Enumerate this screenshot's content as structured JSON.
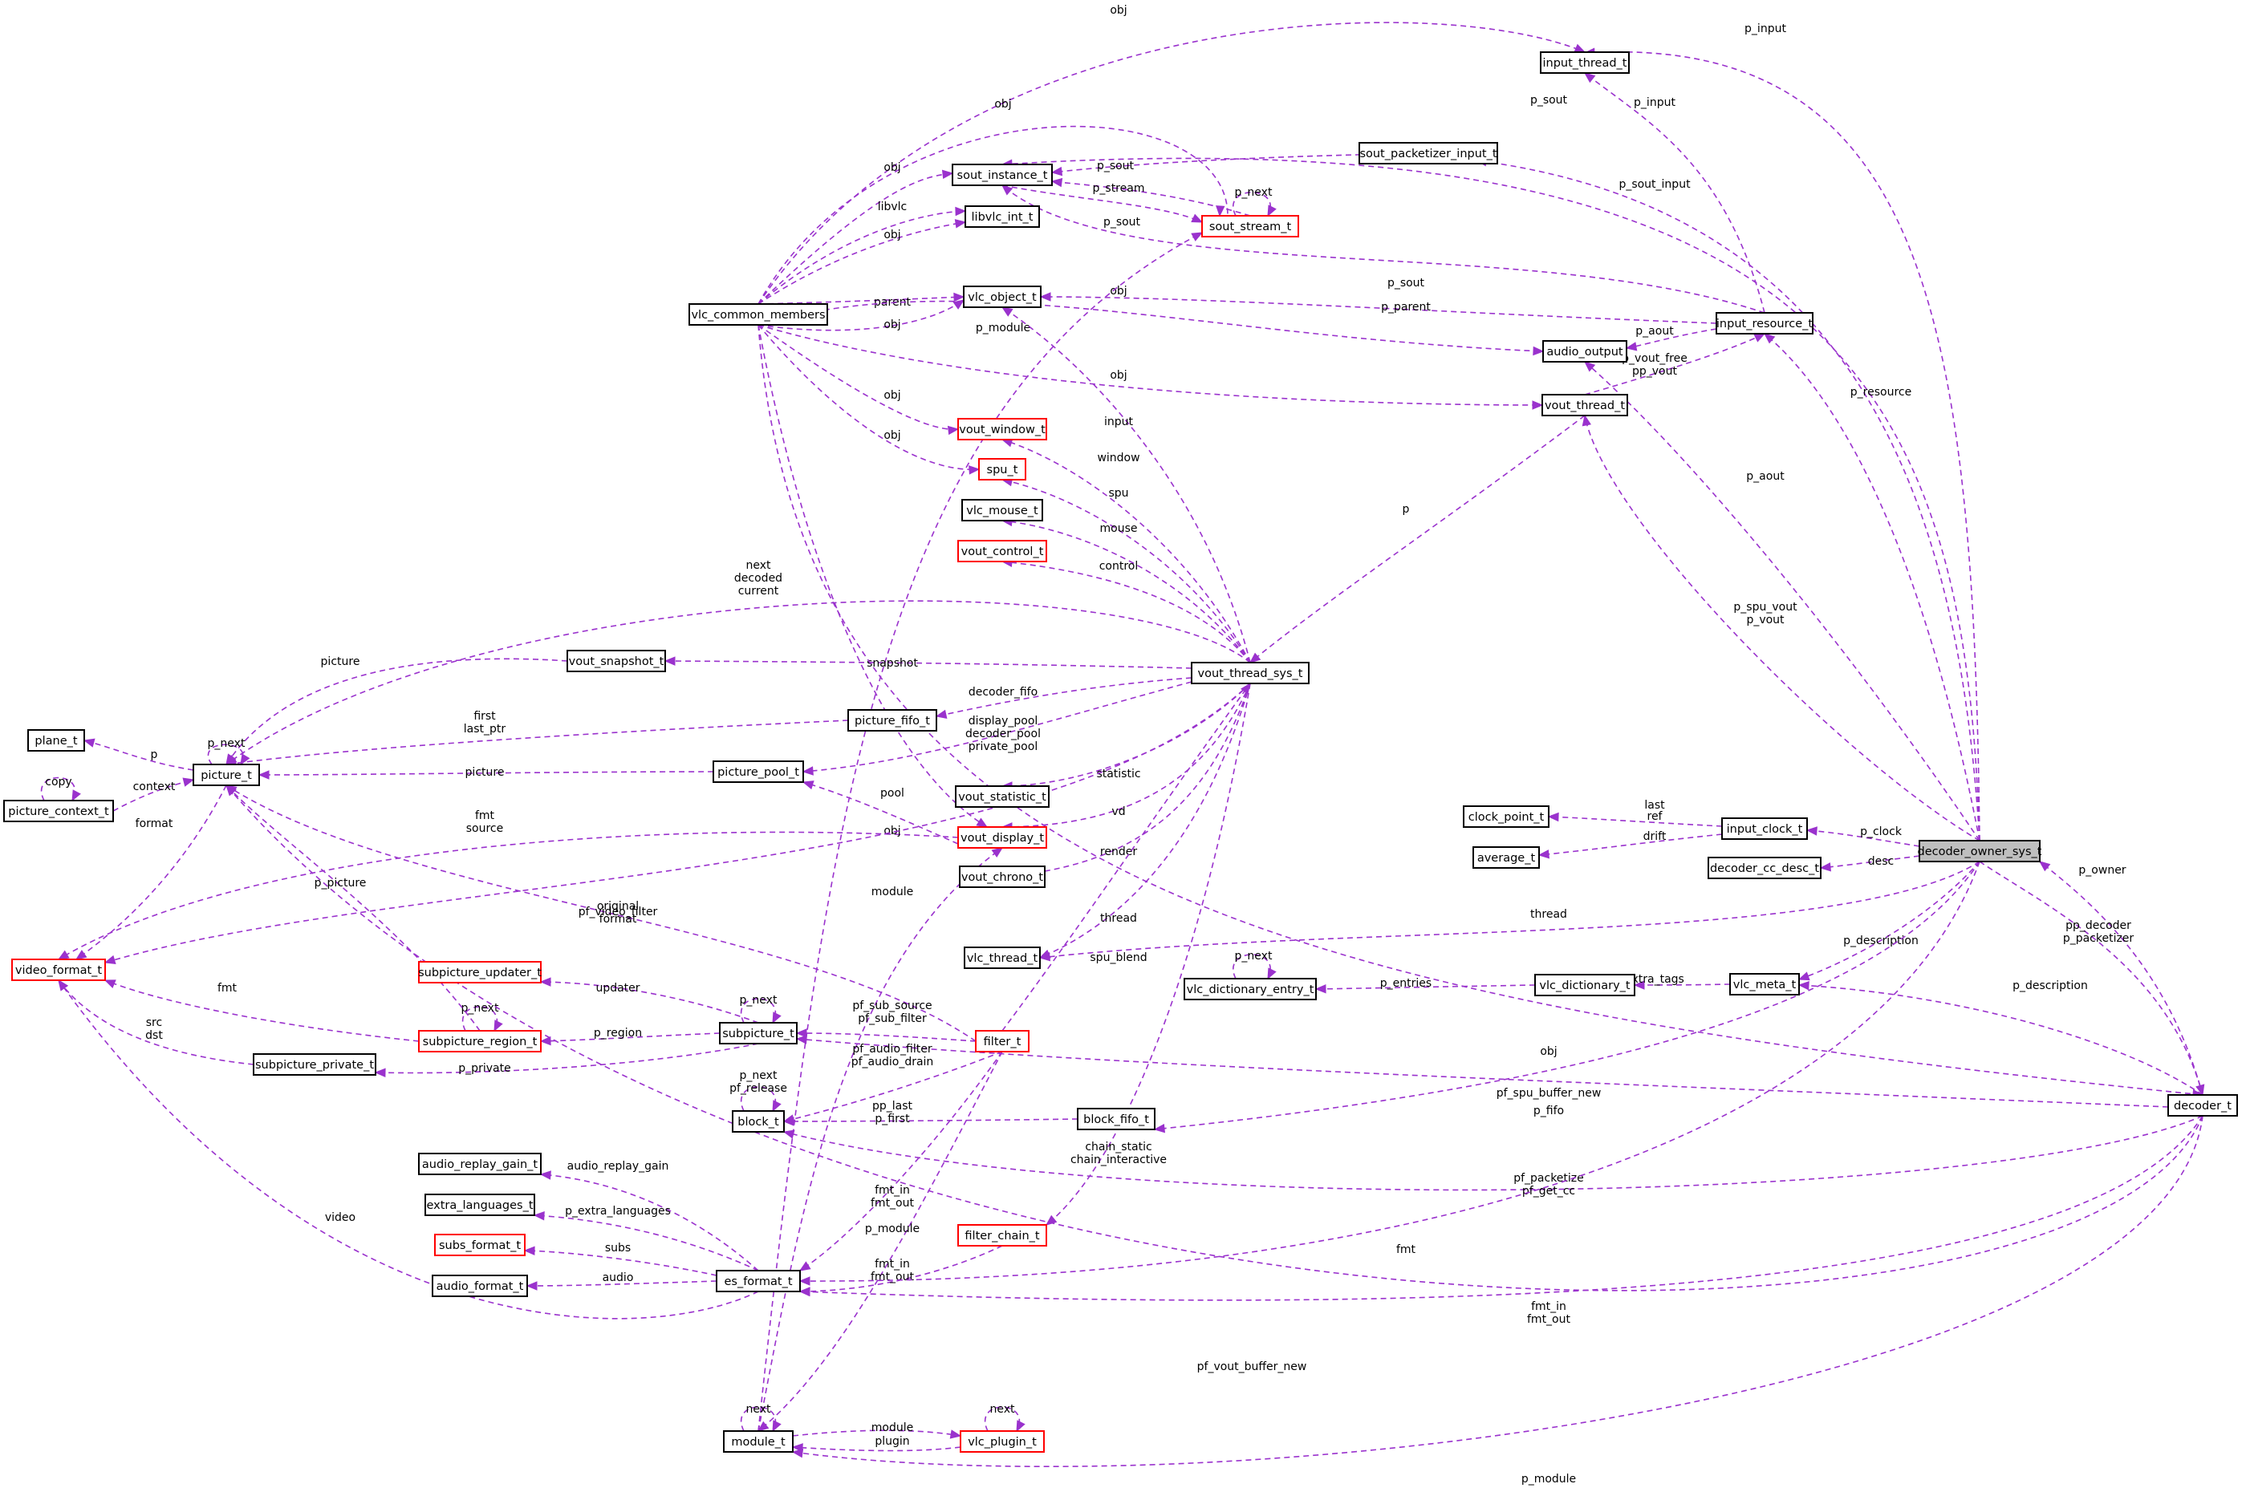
{
  "diagram": {
    "title": "",
    "colors": {
      "edge": "#9a32cd",
      "node_border": "#000000",
      "node_border_incomplete": "#ff0000",
      "node_highlight_fill": "#bfbfbf"
    },
    "nodes": [
      {
        "id": "input_thread_t",
        "label": "input_thread_t"
      },
      {
        "id": "sout_packetizer_input_t",
        "label": "sout_packetizer_input_t"
      },
      {
        "id": "sout_instance_t",
        "label": "sout_instance_t"
      },
      {
        "id": "libvlc_int_t",
        "label": "libvlc_int_t"
      },
      {
        "id": "sout_stream_t",
        "label": "sout_stream_t",
        "red": true
      },
      {
        "id": "vlc_common_members",
        "label": "vlc_common_members"
      },
      {
        "id": "vlc_object_t",
        "label": "vlc_object_t"
      },
      {
        "id": "input_resource_t",
        "label": "input_resource_t"
      },
      {
        "id": "audio_output",
        "label": "audio_output"
      },
      {
        "id": "vout_thread_t",
        "label": "vout_thread_t"
      },
      {
        "id": "vout_window_t",
        "label": "vout_window_t",
        "red": true
      },
      {
        "id": "spu_t",
        "label": "spu_t",
        "red": true
      },
      {
        "id": "vlc_mouse_t",
        "label": "vlc_mouse_t"
      },
      {
        "id": "vout_control_t",
        "label": "vout_control_t",
        "red": true
      },
      {
        "id": "vout_thread_sys_t",
        "label": "vout_thread_sys_t"
      },
      {
        "id": "vout_snapshot_t",
        "label": "vout_snapshot_t"
      },
      {
        "id": "picture_fifo_t",
        "label": "picture_fifo_t"
      },
      {
        "id": "plane_t",
        "label": "plane_t"
      },
      {
        "id": "picture_t",
        "label": "picture_t"
      },
      {
        "id": "picture_context_t",
        "label": "picture_context_t"
      },
      {
        "id": "picture_pool_t",
        "label": "picture_pool_t"
      },
      {
        "id": "vout_statistic_t",
        "label": "vout_statistic_t"
      },
      {
        "id": "vout_display_t",
        "label": "vout_display_t",
        "red": true
      },
      {
        "id": "vout_chrono_t",
        "label": "vout_chrono_t"
      },
      {
        "id": "clock_point_t",
        "label": "clock_point_t"
      },
      {
        "id": "input_clock_t",
        "label": "input_clock_t"
      },
      {
        "id": "average_t",
        "label": "average_t"
      },
      {
        "id": "decoder_owner_sys_t",
        "label": "decoder_owner_sys_t",
        "highlight": true
      },
      {
        "id": "decoder_cc_desc_t",
        "label": "decoder_cc_desc_t"
      },
      {
        "id": "video_format_t",
        "label": "video_format_t",
        "red": true
      },
      {
        "id": "vlc_thread_t",
        "label": "vlc_thread_t"
      },
      {
        "id": "subpicture_updater_t",
        "label": "subpicture_updater_t",
        "red": true
      },
      {
        "id": "vlc_dictionary_entry_t",
        "label": "vlc_dictionary_entry_t"
      },
      {
        "id": "vlc_dictionary_t",
        "label": "vlc_dictionary_t"
      },
      {
        "id": "vlc_meta_t",
        "label": "vlc_meta_t"
      },
      {
        "id": "subpicture_t",
        "label": "subpicture_t"
      },
      {
        "id": "subpicture_region_t",
        "label": "subpicture_region_t",
        "red": true
      },
      {
        "id": "filter_t",
        "label": "filter_t",
        "red": true
      },
      {
        "id": "subpicture_private_t",
        "label": "subpicture_private_t"
      },
      {
        "id": "block_t",
        "label": "block_t"
      },
      {
        "id": "block_fifo_t",
        "label": "block_fifo_t"
      },
      {
        "id": "decoder_t",
        "label": "decoder_t"
      },
      {
        "id": "audio_replay_gain_t",
        "label": "audio_replay_gain_t"
      },
      {
        "id": "extra_languages_t",
        "label": "extra_languages_t"
      },
      {
        "id": "subs_format_t",
        "label": "subs_format_t",
        "red": true
      },
      {
        "id": "filter_chain_t",
        "label": "filter_chain_t",
        "red": true
      },
      {
        "id": "audio_format_t",
        "label": "audio_format_t"
      },
      {
        "id": "es_format_t",
        "label": "es_format_t"
      },
      {
        "id": "module_t",
        "label": "module_t"
      },
      {
        "id": "vlc_plugin_t",
        "label": "vlc_plugin_t",
        "red": true
      }
    ],
    "edges": [
      {
        "from": "vlc_common_members",
        "to": "input_thread_t",
        "label": "obj"
      },
      {
        "from": "input_thread_t",
        "to": "decoder_owner_sys_t",
        "label": "p_input"
      },
      {
        "from": "sout_instance_t",
        "to": "decoder_owner_sys_t",
        "label": "p_sout"
      },
      {
        "from": "sout_packetizer_input_t",
        "to": "decoder_owner_sys_t",
        "label": "p_sout_input"
      },
      {
        "from": "vlc_common_members",
        "to": "sout_stream_t",
        "label": "obj"
      },
      {
        "from": "sout_instance_t",
        "to": "sout_packetizer_input_t",
        "label": "p_sout"
      },
      {
        "from": "vlc_common_members",
        "to": "sout_instance_t",
        "label": "obj"
      },
      {
        "from": "sout_stream_t",
        "to": "sout_instance_t",
        "label": "p_stream"
      },
      {
        "from": "sout_instance_t",
        "to": "sout_stream_t",
        "label": "p_sout"
      },
      {
        "from": "sout_stream_t",
        "to": "sout_stream_t",
        "label": "p_next"
      },
      {
        "from": "vlc_common_members",
        "to": "libvlc_int_t",
        "label": "libvlc"
      },
      {
        "from": "vlc_common_members",
        "to": "libvlc_int_t",
        "label": "obj"
      },
      {
        "from": "input_thread_t",
        "to": "input_resource_t",
        "label": "p_input"
      },
      {
        "from": "sout_instance_t",
        "to": "input_resource_t",
        "label": "p_sout"
      },
      {
        "from": "vlc_common_members",
        "to": "vlc_object_t",
        "label": "parent"
      },
      {
        "from": "vlc_common_members",
        "to": "vlc_object_t",
        "label": "obj"
      },
      {
        "from": "vlc_object_t",
        "to": "input_resource_t",
        "label": "p_parent"
      },
      {
        "from": "vlc_common_members",
        "to": "audio_output",
        "label": "obj"
      },
      {
        "from": "audio_output",
        "to": "input_resource_t",
        "label": "p_aout"
      },
      {
        "from": "vout_thread_t",
        "to": "input_resource_t",
        "label": "p_vout_free\npp_vout"
      },
      {
        "from": "module_t",
        "to": "sout_stream_t",
        "label": "p_module"
      },
      {
        "from": "vlc_common_members",
        "to": "vout_thread_t",
        "label": "obj"
      },
      {
        "from": "input_resource_t",
        "to": "decoder_owner_sys_t",
        "label": "p_resource"
      },
      {
        "from": "audio_output",
        "to": "decoder_owner_sys_t",
        "label": "p_aout"
      },
      {
        "from": "vout_thread_t",
        "to": "decoder_owner_sys_t",
        "label": "p_spu_vout\np_vout"
      },
      {
        "from": "vout_thread_sys_t",
        "to": "vout_thread_t",
        "label": "p"
      },
      {
        "from": "vlc_object_t",
        "to": "vout_thread_sys_t",
        "label": "input"
      },
      {
        "from": "vlc_common_members",
        "to": "vout_window_t",
        "label": "obj"
      },
      {
        "from": "vout_window_t",
        "to": "vout_thread_sys_t",
        "label": "window"
      },
      {
        "from": "vlc_common_members",
        "to": "spu_t",
        "label": "obj"
      },
      {
        "from": "spu_t",
        "to": "vout_thread_sys_t",
        "label": "spu"
      },
      {
        "from": "vlc_mouse_t",
        "to": "vout_thread_sys_t",
        "label": "mouse"
      },
      {
        "from": "vout_control_t",
        "to": "vout_thread_sys_t",
        "label": "control"
      },
      {
        "from": "picture_t",
        "to": "vout_thread_sys_t",
        "label": "next\ndecoded\ncurrent"
      },
      {
        "from": "vout_snapshot_t",
        "to": "vout_thread_sys_t",
        "label": "snapshot"
      },
      {
        "from": "picture_t",
        "to": "vout_snapshot_t",
        "label": "picture"
      },
      {
        "from": "picture_fifo_t",
        "to": "vout_thread_sys_t",
        "label": "decoder_fifo"
      },
      {
        "from": "picture_t",
        "to": "picture_fifo_t",
        "label": "first\nlast_ptr"
      },
      {
        "from": "plane_t",
        "to": "picture_t",
        "label": "p"
      },
      {
        "from": "picture_t",
        "to": "picture_t",
        "label": "p_next"
      },
      {
        "from": "picture_context_t",
        "to": "picture_t",
        "label": "context"
      },
      {
        "from": "picture_context_t",
        "to": "picture_context_t",
        "label": "copy"
      },
      {
        "from": "picture_pool_t",
        "to": "vout_thread_sys_t",
        "label": "display_pool\ndecoder_pool\nprivate_pool"
      },
      {
        "from": "picture_t",
        "to": "picture_pool_t",
        "label": "picture"
      },
      {
        "from": "vout_statistic_t",
        "to": "vout_thread_sys_t",
        "label": "statistic"
      },
      {
        "from": "video_format_t",
        "to": "picture_t",
        "label": "format"
      },
      {
        "from": "video_format_t",
        "to": "vout_display_t",
        "label": "fmt\nsource"
      },
      {
        "from": "vlc_common_members",
        "to": "vout_display_t",
        "label": "obj"
      },
      {
        "from": "picture_pool_t",
        "to": "vout_display_t",
        "label": "pool"
      },
      {
        "from": "vout_display_t",
        "to": "vout_thread_sys_t",
        "label": "vd"
      },
      {
        "from": "vout_chrono_t",
        "to": "vout_thread_sys_t",
        "label": "render"
      },
      {
        "from": "clock_point_t",
        "to": "input_clock_t",
        "label": "last\nref"
      },
      {
        "from": "average_t",
        "to": "input_clock_t",
        "label": "drift"
      },
      {
        "from": "input_clock_t",
        "to": "decoder_owner_sys_t",
        "label": "p_clock"
      },
      {
        "from": "decoder_cc_desc_t",
        "to": "decoder_owner_sys_t",
        "label": "desc"
      },
      {
        "from": "video_format_t",
        "to": "vout_thread_sys_t",
        "label": "original\nformat"
      },
      {
        "from": "vlc_thread_t",
        "to": "decoder_owner_sys_t",
        "label": "thread"
      },
      {
        "from": "vlc_thread_t",
        "to": "vout_thread_sys_t",
        "label": "thread"
      },
      {
        "from": "filter_t",
        "to": "vout_thread_sys_t",
        "label": "spu_blend"
      },
      {
        "from": "module_t",
        "to": "vout_display_t",
        "label": "module"
      },
      {
        "from": "picture_t",
        "to": "filter_t",
        "label": "pf_video_filter"
      },
      {
        "from": "vlc_dictionary_entry_t",
        "to": "vlc_dictionary_entry_t",
        "label": "p_next"
      },
      {
        "from": "vlc_dictionary_entry_t",
        "to": "vlc_dictionary_t",
        "label": "p_entries"
      },
      {
        "from": "vlc_dictionary_t",
        "to": "vlc_meta_t",
        "label": "extra_tags"
      },
      {
        "from": "vlc_meta_t",
        "to": "decoder_owner_sys_t",
        "label": "p_description"
      },
      {
        "from": "vlc_meta_t",
        "to": "decoder_t",
        "label": "p_description"
      },
      {
        "from": "decoder_owner_sys_t",
        "to": "decoder_t",
        "label": "p_owner"
      },
      {
        "from": "decoder_t",
        "to": "decoder_owner_sys_t",
        "label": "pp_decoder\np_packetizer"
      },
      {
        "from": "subpicture_updater_t",
        "to": "subpicture_t",
        "label": "updater"
      },
      {
        "from": "subpicture_t",
        "to": "subpicture_t",
        "label": "p_next"
      },
      {
        "from": "subpicture_region_t",
        "to": "subpicture_t",
        "label": "p_region"
      },
      {
        "from": "subpicture_region_t",
        "to": "subpicture_region_t",
        "label": "p_next"
      },
      {
        "from": "picture_t",
        "to": "subpicture_region_t",
        "label": "p_picture"
      },
      {
        "from": "video_format_t",
        "to": "subpicture_region_t",
        "label": "fmt"
      },
      {
        "from": "subpicture_private_t",
        "to": "subpicture_t",
        "label": "p_private"
      },
      {
        "from": "video_format_t",
        "to": "subpicture_private_t",
        "label": "src\ndst"
      },
      {
        "from": "subpicture_t",
        "to": "filter_t",
        "label": "pf_sub_source\npf_sub_filter"
      },
      {
        "from": "vlc_common_members",
        "to": "decoder_t",
        "label": "obj"
      },
      {
        "from": "subpicture_t",
        "to": "decoder_t",
        "label": "pf_spu_buffer_new"
      },
      {
        "from": "block_t",
        "to": "filter_t",
        "label": "pf_audio_filter\npf_audio_drain"
      },
      {
        "from": "block_t",
        "to": "block_t",
        "label": "p_next\npf_release"
      },
      {
        "from": "block_t",
        "to": "block_fifo_t",
        "label": "pp_last\np_first"
      },
      {
        "from": "block_fifo_t",
        "to": "decoder_owner_sys_t",
        "label": "p_fifo"
      },
      {
        "from": "filter_chain_t",
        "to": "vout_thread_sys_t",
        "label": "chain_static\nchain_interactive"
      },
      {
        "from": "block_t",
        "to": "decoder_t",
        "label": "pf_packetize\npf_get_cc"
      },
      {
        "from": "es_format_t",
        "to": "filter_t",
        "label": "fmt_in\nfmt_out"
      },
      {
        "from": "module_t",
        "to": "filter_t",
        "label": "p_module"
      },
      {
        "from": "audio_replay_gain_t",
        "to": "es_format_t",
        "label": "audio_replay_gain"
      },
      {
        "from": "extra_languages_t",
        "to": "es_format_t",
        "label": "p_extra_languages"
      },
      {
        "from": "subs_format_t",
        "to": "es_format_t",
        "label": "subs"
      },
      {
        "from": "audio_format_t",
        "to": "es_format_t",
        "label": "audio"
      },
      {
        "from": "video_format_t",
        "to": "es_format_t",
        "label": "video"
      },
      {
        "from": "es_format_t",
        "to": "filter_chain_t",
        "label": "fmt_in\nfmt_out"
      },
      {
        "from": "es_format_t",
        "to": "decoder_owner_sys_t",
        "label": "fmt"
      },
      {
        "from": "es_format_t",
        "to": "decoder_t",
        "label": "fmt_in\nfmt_out"
      },
      {
        "from": "picture_t",
        "to": "decoder_t",
        "label": "pf_vout_buffer_new"
      },
      {
        "from": "module_t",
        "to": "module_t",
        "label": "next"
      },
      {
        "from": "module_t",
        "to": "vlc_plugin_t",
        "label": "module"
      },
      {
        "from": "vlc_plugin_t",
        "to": "module_t",
        "label": "plugin"
      },
      {
        "from": "vlc_plugin_t",
        "to": "vlc_plugin_t",
        "label": "next"
      },
      {
        "from": "module_t",
        "to": "decoder_t",
        "label": "p_module"
      }
    ]
  }
}
